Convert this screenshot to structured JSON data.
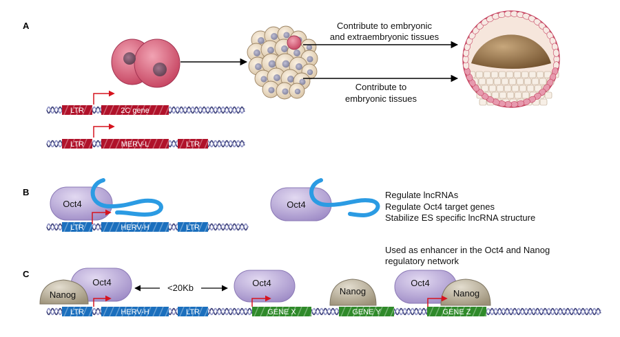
{
  "panel_a": {
    "letter": "A",
    "arrow_top_text_line1": "Contribute to embryonic",
    "arrow_top_text_line2": "and extraembryonic tissues",
    "arrow_bottom_text_line1": "Contribute to",
    "arrow_bottom_text_line2": "embryonic tissues",
    "construct1": [
      "LTR",
      "2C gene"
    ],
    "construct2": [
      "LTR",
      "MERV-L",
      "LTR"
    ]
  },
  "panel_b": {
    "letter": "B",
    "protein_left": "Oct4",
    "protein_right": "Oct4",
    "construct": [
      "LTR",
      "HERV-H",
      "LTR"
    ],
    "functions": [
      "Regulate lncRNAs",
      "Regulate Oct4 target genes",
      "Stabilize ES specific lncRNA structure"
    ],
    "enhancer_line1": "Used as enhancer in the Oct4 and Nanog",
    "enhancer_line2": "regulatory network"
  },
  "panel_c": {
    "letter": "C",
    "distance_label": "<20Kb",
    "nanog_1": "Nanog",
    "oct4_1": "Oct4",
    "oct4_2": "Oct4",
    "nanog_2": "Nanog",
    "oct4_3": "Oct4",
    "nanog_3": "Nanog",
    "construct": [
      "LTR",
      "HERV-H",
      "LTR"
    ],
    "genes": [
      "GENE X",
      "GENE Y",
      "GENE Z"
    ]
  },
  "colors": {
    "ltr_red": "#b0122a",
    "ltr_blue": "#1b6fbd",
    "gene_green": "#2f8a2a",
    "oct4_purple": "#b7a6d6",
    "nanog_tan": "#b5ab95",
    "lncrna_blue": "#2b9be3",
    "promoter_arrow": "#d6141e"
  }
}
